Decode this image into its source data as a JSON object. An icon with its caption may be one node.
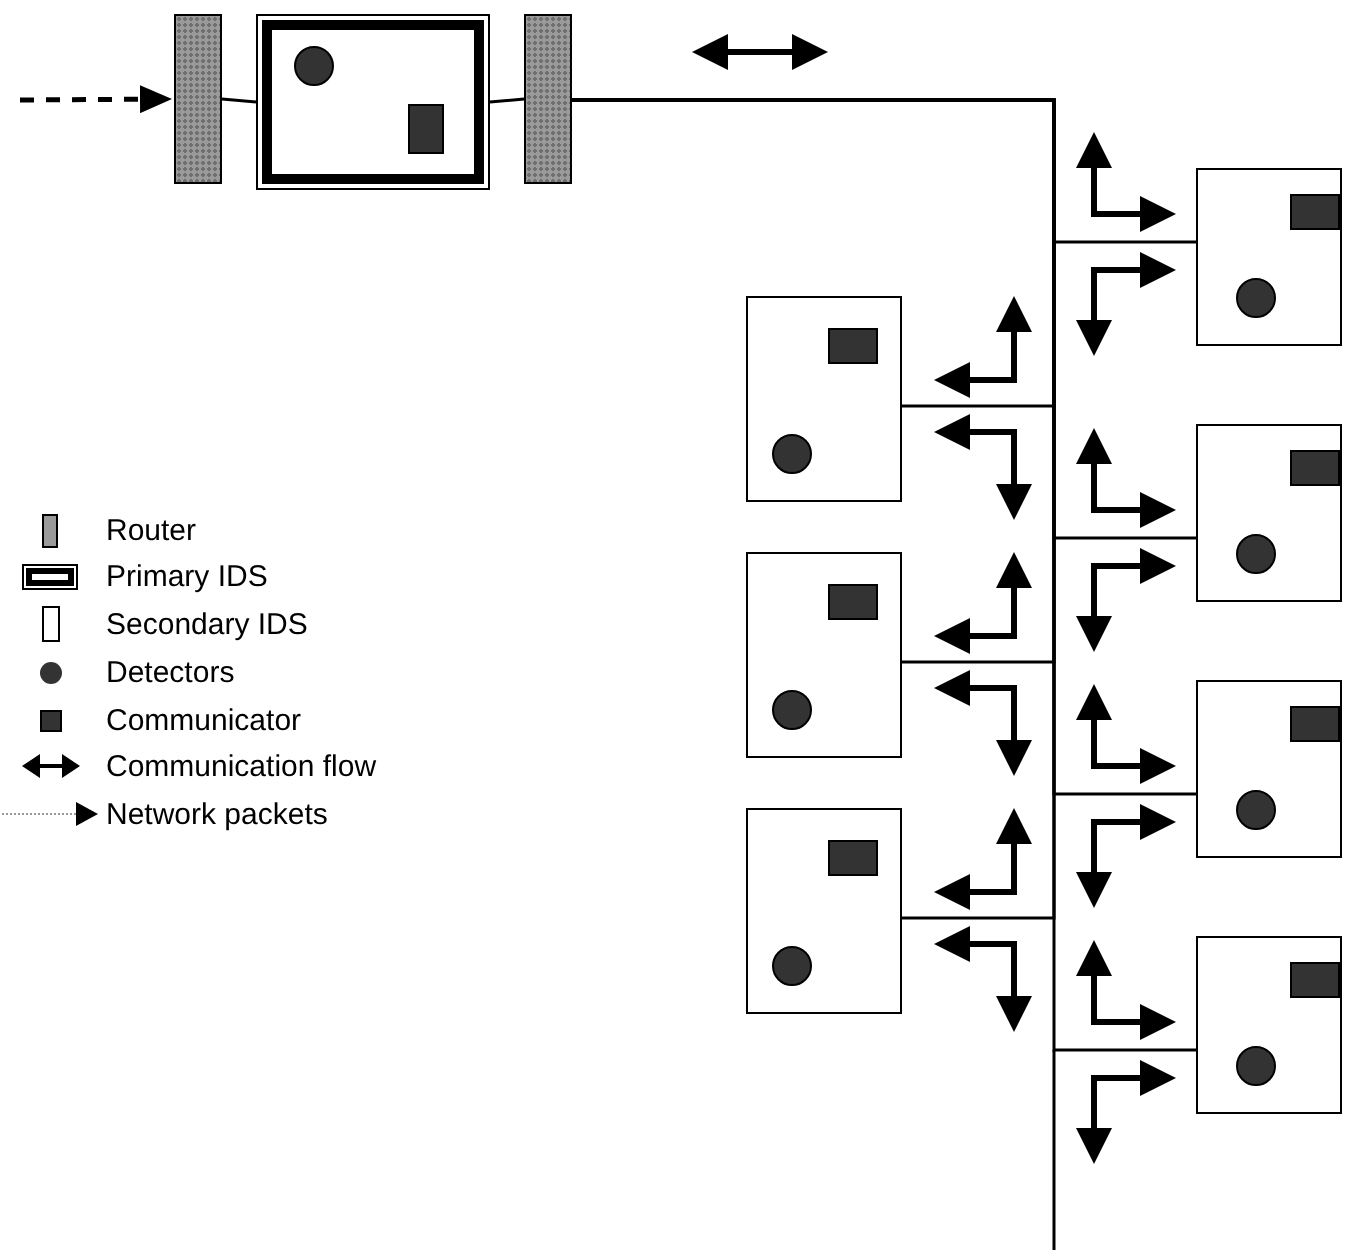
{
  "diagram": {
    "nodes": [
      {
        "text": [],
        "shape": "bar"
      },
      {
        "text": [],
        "shape": "box"
      },
      {
        "text": [],
        "shape": "bar"
      },
      {
        "text": [],
        "shape": "box"
      },
      {
        "text": [],
        "shape": "box"
      },
      {
        "text": [],
        "shape": "box"
      },
      {
        "text": [],
        "shape": "box"
      },
      {
        "text": [],
        "shape": "box"
      },
      {
        "text": [],
        "shape": "box"
      },
      {
        "text": [],
        "shape": "box"
      }
    ],
    "edges": [
      {
        "from": null,
        "to": 0,
        "arrow": "to",
        "style": "dashed"
      },
      {
        "from": 0,
        "to": 1,
        "arrow": "none"
      },
      {
        "from": 1,
        "to": 2,
        "arrow": "none"
      },
      {
        "from": 2,
        "to": 3,
        "arrow": "none"
      },
      {
        "from": 2,
        "to": 4,
        "arrow": "none"
      },
      {
        "from": 2,
        "to": 5,
        "arrow": "none"
      },
      {
        "from": 2,
        "to": 6,
        "arrow": "none"
      },
      {
        "from": 2,
        "to": 7,
        "arrow": "none"
      },
      {
        "from": 2,
        "to": 8,
        "arrow": "none"
      },
      {
        "from": 2,
        "to": 9,
        "arrow": "none"
      }
    ],
    "legend": [
      {
        "text": "Router"
      },
      {
        "text": "Primary IDS"
      },
      {
        "text": "Secondary IDS"
      },
      {
        "text": "Detectors"
      },
      {
        "text": "Communicator"
      },
      {
        "text": "Communication flow"
      },
      {
        "text": "Network packets"
      }
    ]
  }
}
